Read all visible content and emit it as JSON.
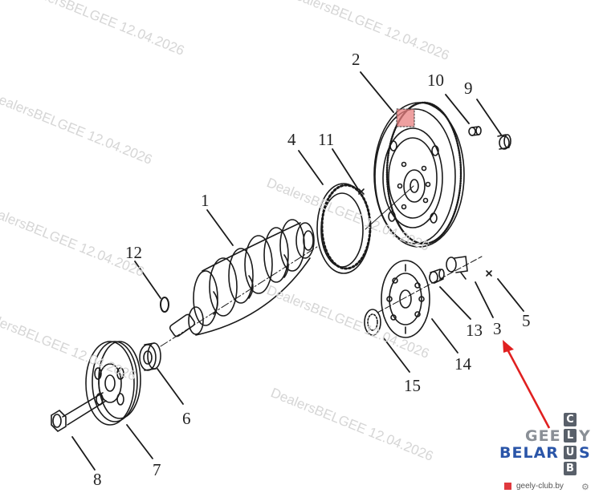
{
  "watermark": "DealersBELGEE  12.04.2026",
  "callouts": {
    "c1": "1",
    "c2": "2",
    "c3": "3",
    "c4": "4",
    "c5": "5",
    "c6": "6",
    "c7": "7",
    "c8": "8",
    "c9": "9",
    "c10": "10",
    "c11": "11",
    "c12": "12",
    "c13": "13",
    "c14": "14",
    "c15": "15"
  },
  "logo": {
    "geely": "GEE",
    "y": "Y",
    "l_cell": "L",
    "belar": "BELAR",
    "s": "S",
    "u_cell": "U",
    "c_cell": "C",
    "b_cell": "B"
  },
  "site": "geely-club.by",
  "colors": {
    "arrow": "#e02020",
    "highlight": "#e88080",
    "logo_gray": "#8a8f96",
    "logo_blue": "#2a55a8"
  }
}
